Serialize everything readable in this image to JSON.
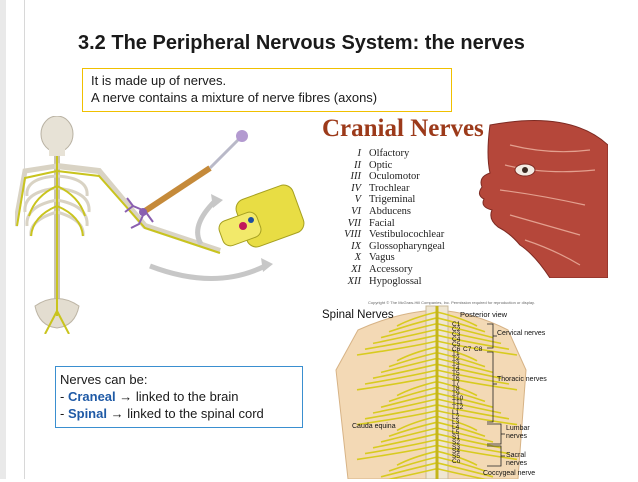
{
  "slide": {
    "title": "3.2 The Peripheral Nervous System: the nerves",
    "intro_lines": [
      "It is made up of nerves.",
      "A nerve contains a mixture of nerve fibres (axons)"
    ]
  },
  "cranial": {
    "title": "Cranial Nerves",
    "nerves": [
      {
        "num": "I",
        "name": "Olfactory"
      },
      {
        "num": "II",
        "name": "Optic"
      },
      {
        "num": "III",
        "name": "Oculomotor"
      },
      {
        "num": "IV",
        "name": "Trochlear"
      },
      {
        "num": "V",
        "name": "Trigeminal"
      },
      {
        "num": "VI",
        "name": "Abducens"
      },
      {
        "num": "VII",
        "name": "Facial"
      },
      {
        "num": "VIII",
        "name": "Vestibulocochlear"
      },
      {
        "num": "IX",
        "name": "Glossopharyngeal"
      },
      {
        "num": "X",
        "name": "Vagus"
      },
      {
        "num": "XI",
        "name": "Accessory"
      },
      {
        "num": "XII",
        "name": "Hypoglossal"
      }
    ]
  },
  "spinal": {
    "title": "Spinal  Nerves",
    "copyright": "Copyright © The McGraw-Hill Companies, Inc. Permission required for reproduction or display.",
    "view_label": "Posterior view",
    "vertebra_labels": [
      "C1",
      "C2",
      "C3",
      "C4",
      "C5",
      "C6",
      "C7",
      "C8",
      "T1",
      "T2",
      "T3",
      "T4",
      "T5",
      "T6",
      "T7",
      "T8",
      "T9",
      "T10",
      "T11",
      "T12",
      "L1",
      "L2",
      "L3",
      "L4",
      "L5",
      "S1",
      "S2",
      "S3",
      "S4",
      "S5",
      "Co"
    ],
    "regions": {
      "cervical": "Cervical nerves",
      "thoracic": "Thoracic nerves",
      "lumbar": "Lumbar nerves",
      "sacral": "Sacral nerves",
      "coccygeal": "Coccygeal nerve"
    },
    "cauda_label": "Cauda equina"
  },
  "types_box": {
    "heading": "Nerves can be:",
    "items": [
      {
        "prefix": "- ",
        "keyword": "Craneal",
        "arrow": "→",
        "text": " linked to the brain"
      },
      {
        "prefix": "- ",
        "keyword": "Spinal",
        "arrow": "→",
        "text": " linked to the spinal cord"
      }
    ]
  },
  "colors": {
    "title_text": "#1a1a1a",
    "intro_border": "#f0c000",
    "types_border": "#3a8fd0",
    "keyword": "#1f5aa6",
    "cranial_title": "#9c3a1a",
    "nerve_yellow": "#d6c92a"
  }
}
